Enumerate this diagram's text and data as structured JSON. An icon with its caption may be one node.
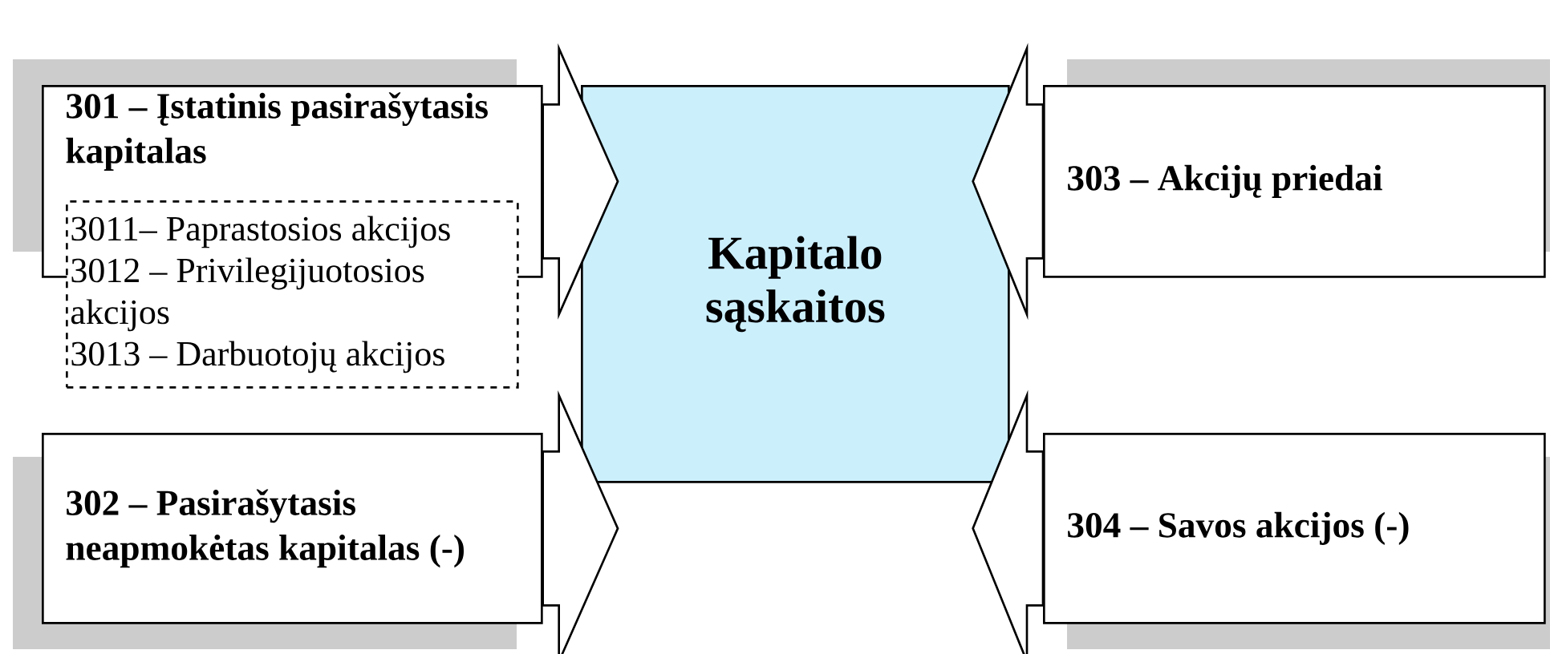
{
  "diagram": {
    "nodes": [
      {
        "text": [
          "301 – Įstatinis pasirašytasis kapitalas"
        ]
      },
      {
        "text": [
          "3011– Paprastosios akcijos",
          "3012 – Privilegijuotosios akcijos",
          "3013 – Darbuotojų akcijos"
        ]
      },
      {
        "text": [
          "302 – Pasirašytasis neapmokėtas kapitalas (-)"
        ]
      },
      {
        "text": [
          "Kapitalo sąskaitos"
        ]
      },
      {
        "text": [
          "303 – Akcijų priedai"
        ]
      },
      {
        "text": [
          "304 – Savos akcijos (-)"
        ]
      }
    ],
    "edges": [
      {
        "from": 0,
        "to": 3,
        "arrow": "to"
      },
      {
        "from": 2,
        "to": 3,
        "arrow": "to"
      },
      {
        "from": 4,
        "to": 3,
        "arrow": "to"
      },
      {
        "from": 5,
        "to": 3,
        "arrow": "to"
      }
    ]
  }
}
